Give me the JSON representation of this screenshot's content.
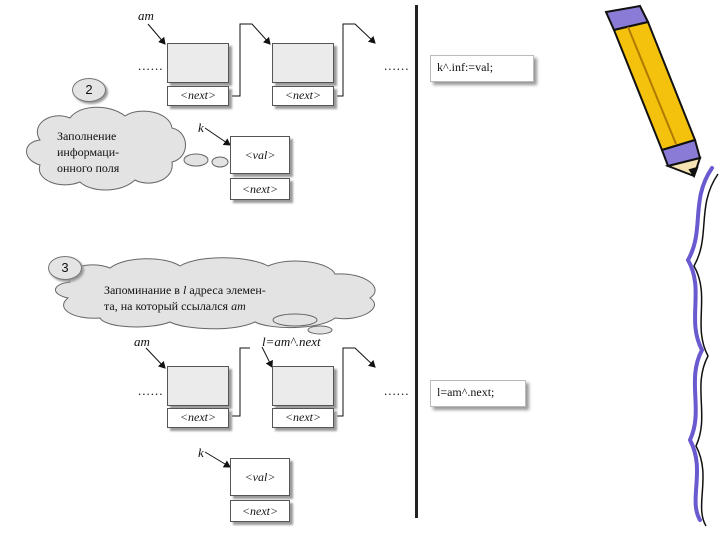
{
  "top": {
    "pointer_am": "am",
    "dots_left": "......",
    "dots_right": "......",
    "node1_next": "<next>",
    "node2_next": "<next>",
    "step": "2",
    "cloud_line1": "Заполнение",
    "cloud_line2": "информаци-",
    "cloud_line3": "онного поля",
    "pointer_k": "k",
    "new_val": "<val>",
    "new_next": "<next>",
    "statement": "k^.inf:=val;"
  },
  "bottom": {
    "step": "3",
    "cloud_line1_pre": "Запоминание в ",
    "cloud_line1_var": "l",
    "cloud_line1_post": " адреса элемен-",
    "cloud_line2_pre": "та, на который ссылался ",
    "cloud_line2_var": "am",
    "pointer_am": "am",
    "pointer_l": "l=am^.next",
    "dots_left": "......",
    "dots_right": "......",
    "node1_next": "<next>",
    "node2_next": "<next>",
    "pointer_k": "k",
    "new_val": "<val>",
    "new_next": "<next>",
    "statement": "l=am^.next;"
  }
}
